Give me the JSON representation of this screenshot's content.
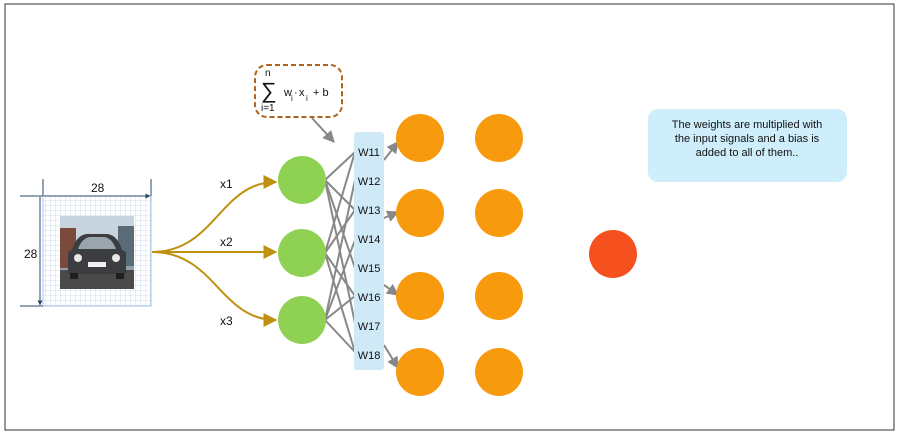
{
  "input": {
    "width_label": "28",
    "height_label": "28",
    "grid_color": "#a9c4e8",
    "image_icon": "car-photo-icon"
  },
  "inputs": [
    "x1",
    "x2",
    "x3"
  ],
  "formula": {
    "top": "n",
    "bottom": "i=1",
    "w": "w",
    "wsub": "i",
    "x": "x",
    "xsub": "i",
    "tail": "+ b"
  },
  "weights": [
    "W11",
    "W12",
    "W13",
    "W14",
    "W15",
    "W16",
    "W17",
    "W18"
  ],
  "note": {
    "lines": [
      "The weights are multiplied with",
      "the input signals and a bias is",
      "added to all of them.."
    ]
  },
  "colors": {
    "input_node": "#8fd152",
    "hidden_node": "#f79a0d",
    "output_node": "#f5501e",
    "input_arrow": "#c09010",
    "connection": "#888888",
    "weight_box": "#cfe9f7",
    "note_box": "#cfeefb",
    "formula_border": "#b0651e",
    "frame": "#333333"
  }
}
